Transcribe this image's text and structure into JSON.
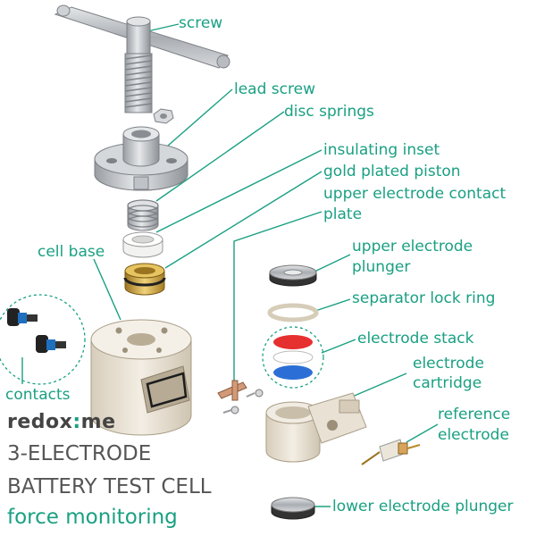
{
  "labels": {
    "screw": "screw",
    "lead_screw": "lead screw",
    "disc_springs": "disc springs",
    "insulating_inset": "insulating inset",
    "gold_plated_piston": "gold plated piston",
    "upper_contact_plate_1": "upper electrode contact",
    "upper_contact_plate_2": "plate",
    "cell_base": "cell base",
    "upper_plunger_1": "upper electrode",
    "upper_plunger_2": "plunger",
    "separator_lock_ring": "separator lock ring",
    "electrode_stack": "electrode stack",
    "electrode_cartridge_1": "electrode",
    "electrode_cartridge_2": "cartridge",
    "reference_electrode_1": "reference",
    "reference_electrode_2": "electrode",
    "contacts": "contacts",
    "lower_plunger": "lower electrode plunger"
  },
  "brand": {
    "part1": "redox",
    "mark": ":",
    "part2": "me"
  },
  "title": {
    "line1": "3-ELECTRODE",
    "line2": "BATTERY TEST CELL",
    "subtitle": "force monitoring"
  },
  "colors": {
    "accent": "#1aa083",
    "metal": "#b9bcc0",
    "ceramic": "#e9e1d3",
    "gold": "#c9a23e",
    "red": "#e5302f",
    "blue": "#2b6fd6"
  }
}
